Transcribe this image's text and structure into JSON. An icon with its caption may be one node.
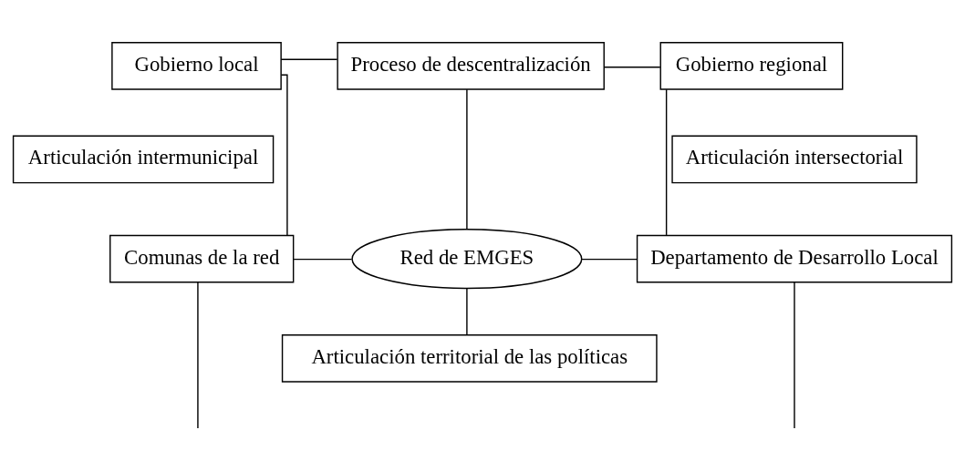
{
  "diagram": {
    "nodes": [
      {
        "text": [
          "Gobierno local"
        ]
      },
      {
        "text": [
          "Proceso de descentralización"
        ]
      },
      {
        "text": [
          "Gobierno regional"
        ]
      },
      {
        "text": [
          "Articulación intermunicipal"
        ]
      },
      {
        "text": [
          "Articulación intersectorial"
        ]
      },
      {
        "text": [
          "Comunas de la red"
        ]
      },
      {
        "text": [
          "Red de EMGES"
        ]
      },
      {
        "text": [
          "Departamento de Desarrollo Local"
        ]
      },
      {
        "text": [
          "Articulación territorial de las políticas"
        ]
      }
    ],
    "edges": [
      {
        "from": 0,
        "to": 1,
        "arrow": "none"
      },
      {
        "from": 1,
        "to": 2,
        "arrow": "none"
      },
      {
        "from": 0,
        "to": 5,
        "arrow": "none"
      },
      {
        "from": 1,
        "to": 6,
        "arrow": "none"
      },
      {
        "from": 2,
        "to": 7,
        "arrow": "none"
      },
      {
        "from": 5,
        "to": 6,
        "arrow": "none"
      },
      {
        "from": 6,
        "to": 7,
        "arrow": "none"
      },
      {
        "from": 6,
        "to": 8,
        "arrow": "none"
      },
      {
        "from": 5,
        "to": null,
        "arrow": "none"
      },
      {
        "from": 7,
        "to": null,
        "arrow": "none"
      }
    ]
  }
}
